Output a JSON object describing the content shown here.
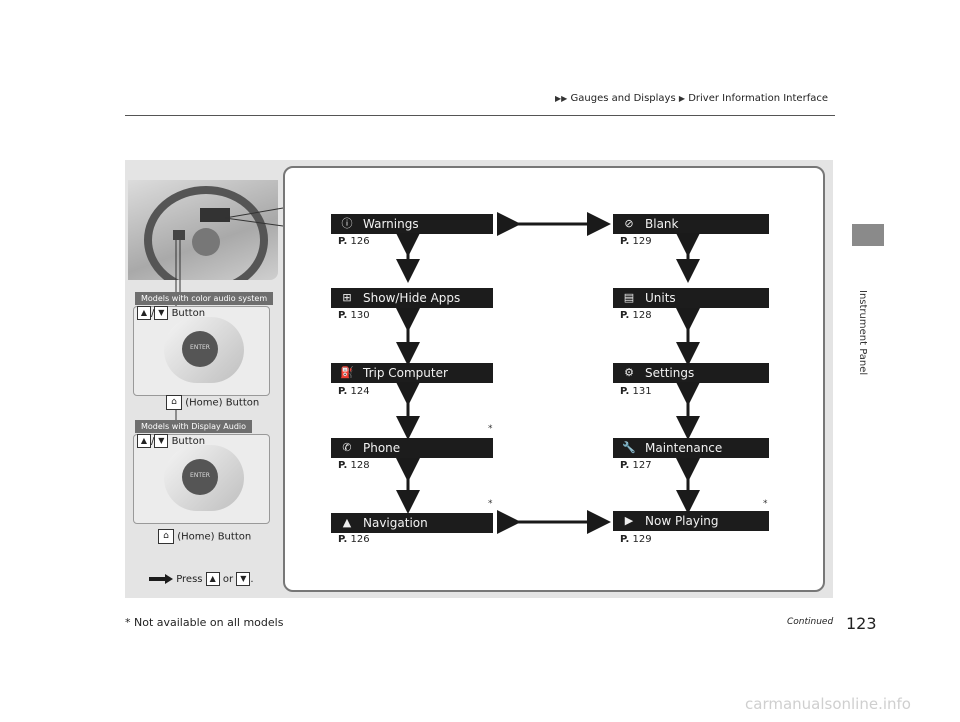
{
  "header": {
    "breadcrumb_1": "Gauges and Displays",
    "breadcrumb_2": "Driver Information Interface"
  },
  "side_tab": {
    "label": "Instrument Panel"
  },
  "controls": {
    "color_audio_tag": "Models with color audio system",
    "display_audio_tag": "Models with Display Audio",
    "button_label": "Button",
    "home_button_label": "(Home) Button",
    "enter_label": "ENTER",
    "press_prefix": "Press",
    "press_or": "or",
    "press_suffix": "."
  },
  "menu": {
    "left": [
      {
        "label": "Warnings",
        "icon": "info-icon",
        "page_prefix": "P.",
        "page": "126"
      },
      {
        "label": "Show/Hide Apps",
        "icon": "apps-grid-icon",
        "page_prefix": "P.",
        "page": "130"
      },
      {
        "label": "Trip Computer",
        "icon": "fuel-pump-icon",
        "page_prefix": "P.",
        "page": "124"
      },
      {
        "label": "Phone",
        "icon": "phone-icon",
        "page_prefix": "P.",
        "page": "128"
      },
      {
        "label": "Navigation",
        "icon": "navigation-arrow-icon",
        "page_prefix": "P.",
        "page": "126"
      }
    ],
    "right": [
      {
        "label": "Blank",
        "icon": "blank-screen-icon",
        "page_prefix": "P.",
        "page": "129"
      },
      {
        "label": "Units",
        "icon": "units-icon",
        "page_prefix": "P.",
        "page": "128"
      },
      {
        "label": "Settings",
        "icon": "gear-icon",
        "page_prefix": "P.",
        "page": "131"
      },
      {
        "label": "Maintenance",
        "icon": "wrench-icon",
        "page_prefix": "P.",
        "page": "127"
      },
      {
        "label": "Now Playing",
        "icon": "play-icon",
        "page_prefix": "P.",
        "page": "129"
      }
    ]
  },
  "footer": {
    "continued": "Continued",
    "page_number": "123",
    "footnote": "* Not available on all models",
    "watermark": "carmanualsonline.info"
  }
}
